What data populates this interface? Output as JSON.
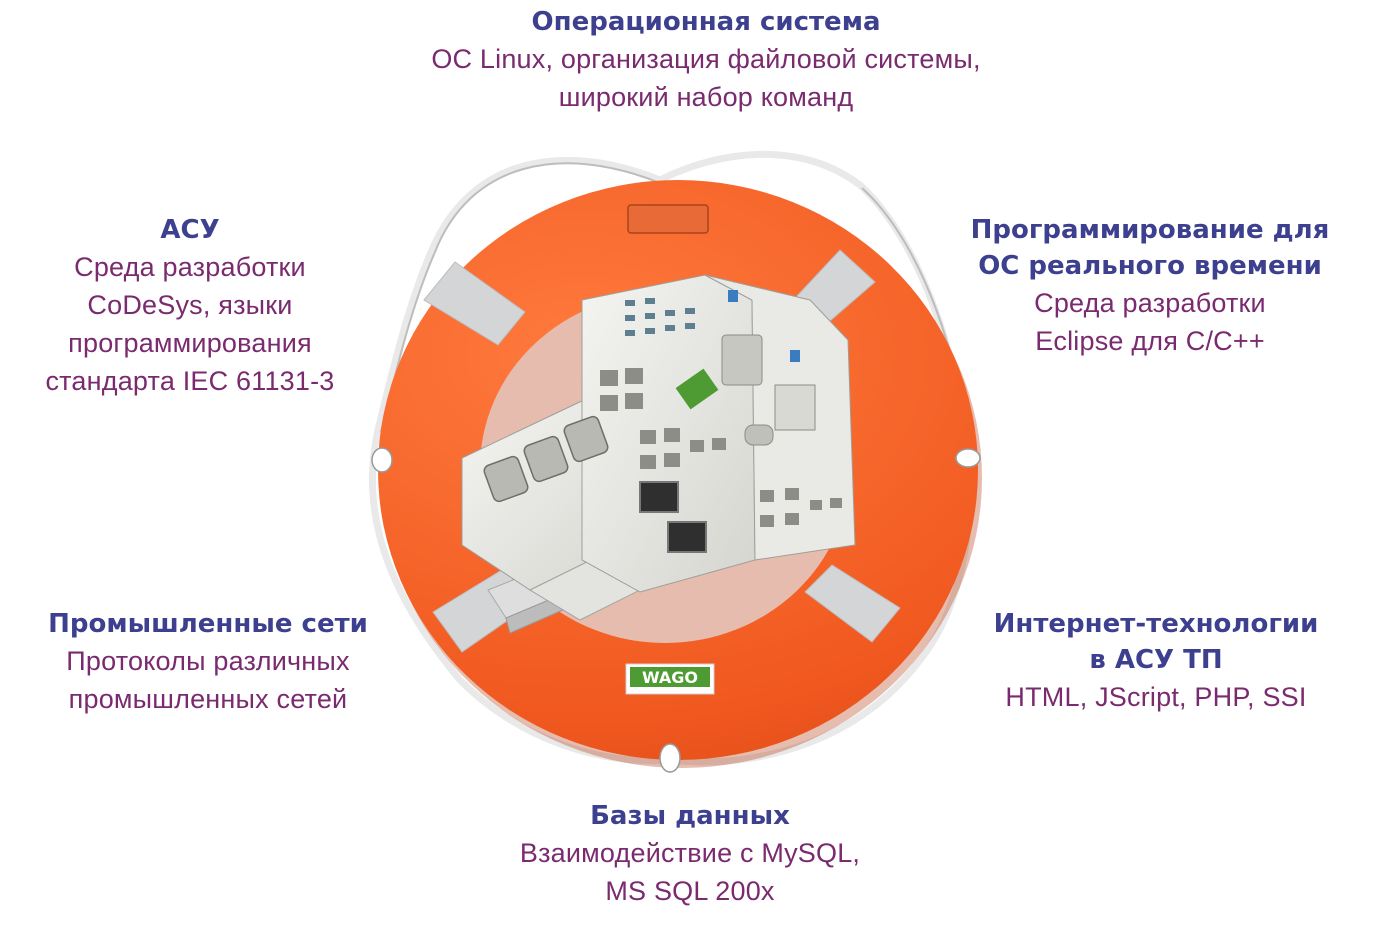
{
  "colors": {
    "title": "#3d3f8f",
    "description": "#7a2a6e",
    "ring": "#f0581f",
    "ring_bands": "#d3d5d7",
    "rope": "#eeeeee",
    "device": "#e6e6e2",
    "logo_green": "#4e9b34"
  },
  "device": {
    "logo": "WAGO"
  },
  "sections": {
    "os": {
      "title": "Операционная система",
      "lines": [
        "ОС Linux, организация файловой системы,",
        "широкий набор команд"
      ]
    },
    "asu": {
      "title": "АСУ",
      "lines": [
        "Среда разработки",
        "CoDeSys, языки",
        "программирования",
        "стандарта IEC 61131-3"
      ]
    },
    "rtos": {
      "title_lines": [
        "Программирование для",
        "ОС реального времени"
      ],
      "lines": [
        "Среда разработки",
        "Eclipse для C/C++"
      ]
    },
    "networks": {
      "title": "Промышленные сети",
      "lines": [
        "Протоколы различных",
        "промышленных сетей"
      ]
    },
    "internet": {
      "title_lines": [
        "Интернет-технологии",
        "в АСУ ТП"
      ],
      "lines": [
        "HTML, JScript, PHP, SSI"
      ]
    },
    "databases": {
      "title": "Базы данных",
      "lines": [
        "Взаимодействие с MySQL,",
        "MS SQL 200x"
      ]
    }
  }
}
